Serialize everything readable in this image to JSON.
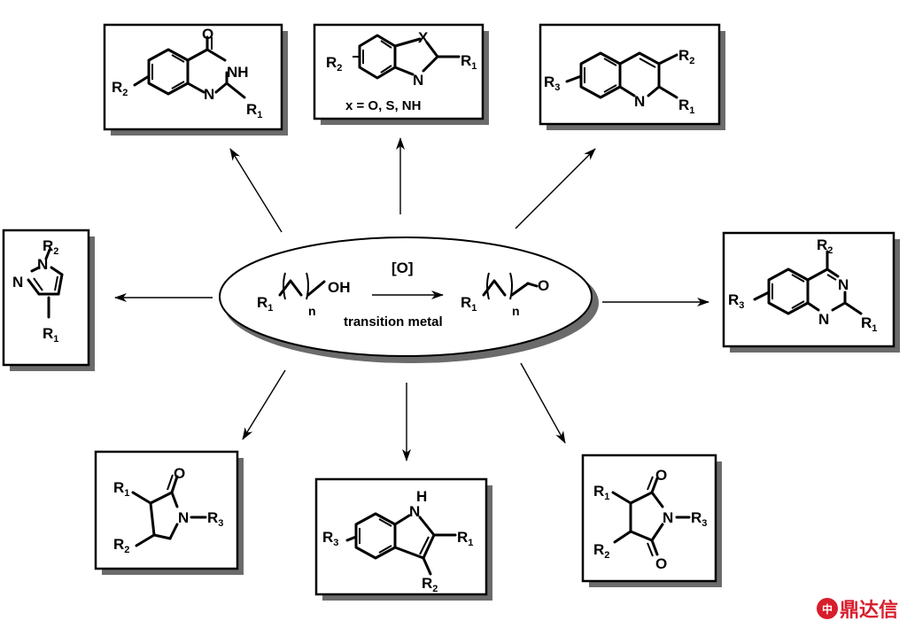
{
  "center": {
    "reactant": {
      "r": "R",
      "r_sub": "1",
      "n": "n",
      "oh": "OH"
    },
    "oxidant": "[O]",
    "condition": "transition metal",
    "product": {
      "r": "R",
      "r_sub": "1",
      "n": "n",
      "o": "O"
    }
  },
  "products": {
    "quinazolinone": {
      "o": "O",
      "nh": "NH",
      "n": "N",
      "r2": "R",
      "r2_sub": "2",
      "r1": "R",
      "r1_sub": "1"
    },
    "benzazole": {
      "x": "X",
      "n": "N",
      "r2": "R",
      "r2_sub": "2",
      "r1": "R",
      "r1_sub": "1",
      "note": "x = O, S, NH"
    },
    "quinoline": {
      "n": "N",
      "r3": "R",
      "r3_sub": "3",
      "r2": "R",
      "r2_sub": "2",
      "r1": "R",
      "r1_sub": "1"
    },
    "pyrazole": {
      "n1": "N",
      "n2": "N",
      "r2": "R",
      "r2_sub": "2",
      "r1": "R",
      "r1_sub": "1"
    },
    "quinazoline": {
      "n1": "N",
      "n2": "N",
      "r2": "R",
      "r2_sub": "2",
      "r3": "R",
      "r3_sub": "3",
      "r1": "R",
      "r1_sub": "1"
    },
    "pyrrolidinone": {
      "o": "O",
      "n": "N",
      "r1": "R",
      "r1_sub": "1",
      "r2": "R",
      "r2_sub": "2",
      "r3": "R",
      "r3_sub": "3"
    },
    "indole": {
      "h": "H",
      "n": "N",
      "r3": "R",
      "r3_sub": "3",
      "r1": "R",
      "r1_sub": "1",
      "r2": "R",
      "r2_sub": "2"
    },
    "succinimide": {
      "o1": "O",
      "o2": "O",
      "n": "N",
      "r1": "R",
      "r1_sub": "1",
      "r2": "R",
      "r2_sub": "2",
      "r3": "R",
      "r3_sub": "3"
    }
  },
  "watermark": {
    "logo": "中",
    "text": "鼎达信"
  }
}
